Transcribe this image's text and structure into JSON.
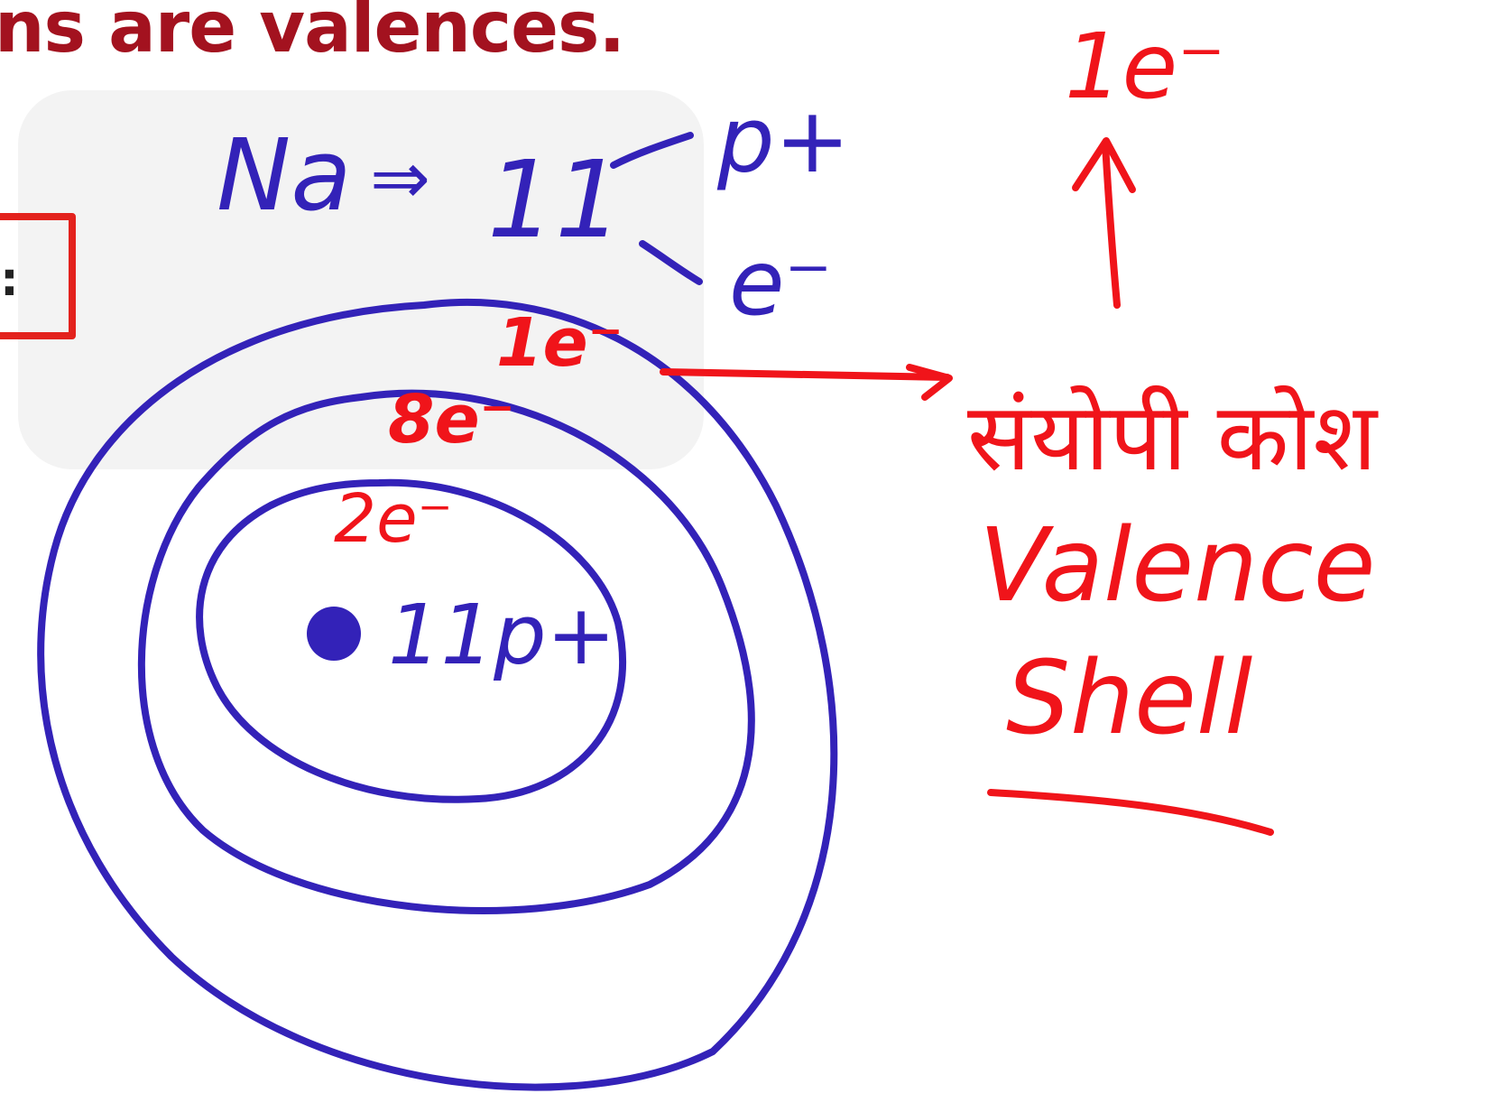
{
  "slide": {
    "heading": "ns are valences.",
    "answer_box_text": ":"
  },
  "annotations": {
    "element_symbol": "Na",
    "arrow_symbol": "⇒",
    "atomic_number": "11",
    "proton_label": "p+",
    "electron_label": "e⁻",
    "nucleus_label": "11p+",
    "shell_1_electrons": "2e⁻",
    "shell_2_electrons": "8e⁻",
    "shell_3_electrons": "1e⁻",
    "valence_electron_top": "1e⁻",
    "hindi_label": "संयोपी कोश",
    "english_label_line1": "Valence",
    "english_label_line2": "Shell"
  },
  "colors": {
    "heading": "#a3121f",
    "box_border": "#e3221d",
    "blue_ink": "#3322b8",
    "red_ink": "#f0141a"
  }
}
